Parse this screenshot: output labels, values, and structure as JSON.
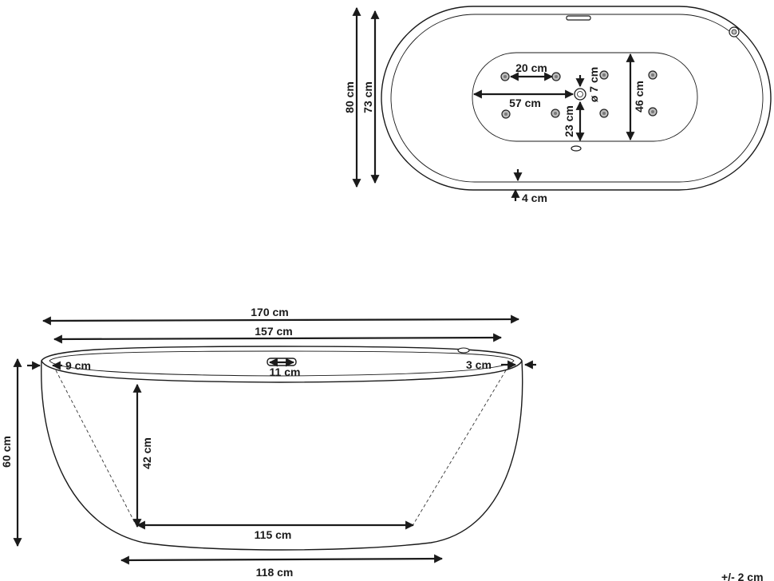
{
  "top_view": {
    "outer_length": "80 cm",
    "inner_length": "73 cm",
    "jet_spacing": "20 cm",
    "seat_length": "57 cm",
    "drain_diameter": "ø 7 cm",
    "seat_width": "46 cm",
    "drain_offset": "23 cm",
    "rim_thickness": "4 cm"
  },
  "side_view": {
    "total_length": "170 cm",
    "inner_length": "157 cm",
    "left_rim": "9 cm",
    "overflow_width": "11 cm",
    "right_rim": "3 cm",
    "total_height": "60 cm",
    "inner_depth": "42 cm",
    "bottom_inner_length": "115 cm",
    "base_length": "118 cm"
  },
  "tolerance": "+/- 2 cm"
}
